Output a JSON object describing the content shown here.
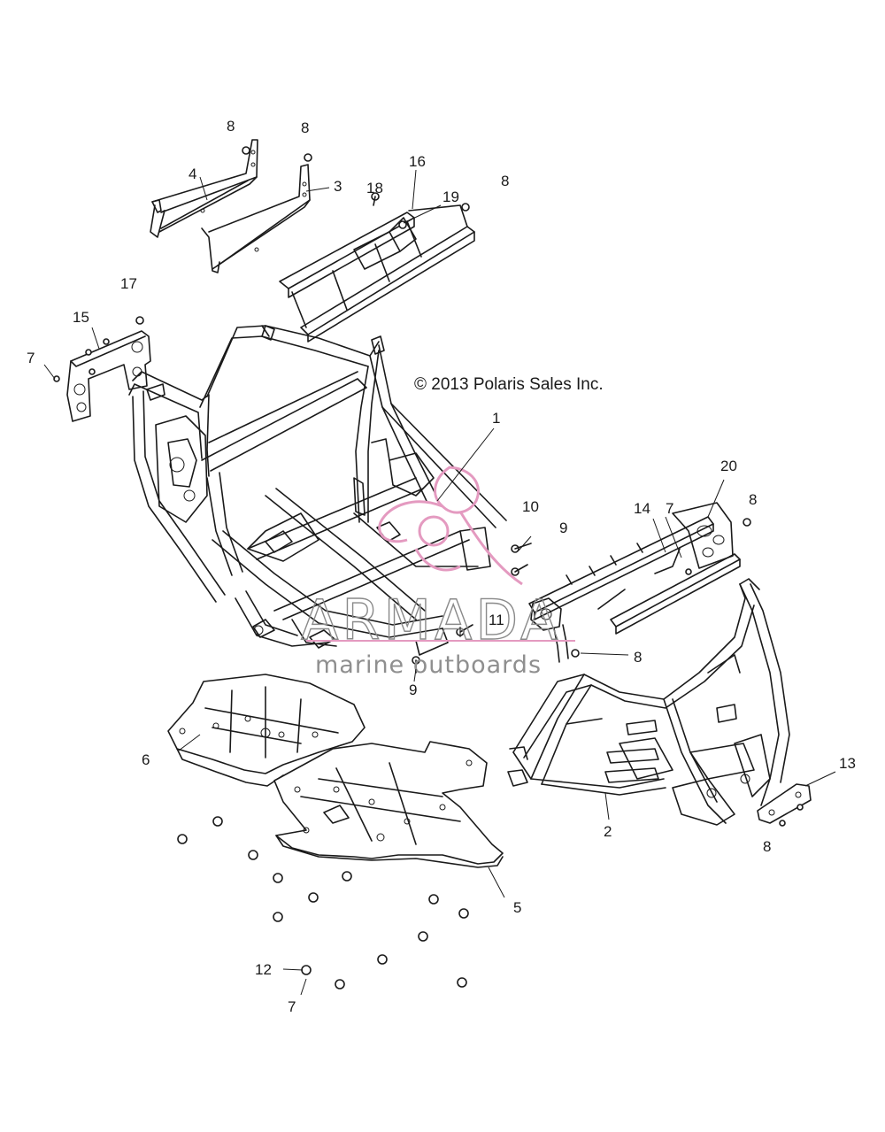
{
  "copyright": "© 2013 Polaris Sales Inc.",
  "watermark": {
    "name": "ARMADA",
    "tagline": "marine outboards",
    "accent_color": "#e49ac0",
    "text_color": "#8a8a8a"
  },
  "callouts": [
    {
      "id": "c1",
      "text": "1"
    },
    {
      "id": "c2",
      "text": "2"
    },
    {
      "id": "c3",
      "text": "3"
    },
    {
      "id": "c4",
      "text": "4"
    },
    {
      "id": "c5",
      "text": "5"
    },
    {
      "id": "c6",
      "text": "6"
    },
    {
      "id": "c7a",
      "text": "7"
    },
    {
      "id": "c7b",
      "text": "7"
    },
    {
      "id": "c7c",
      "text": "7"
    },
    {
      "id": "c8a",
      "text": "8"
    },
    {
      "id": "c8b",
      "text": "8"
    },
    {
      "id": "c8c",
      "text": "8"
    },
    {
      "id": "c8d",
      "text": "8"
    },
    {
      "id": "c8e",
      "text": "8"
    },
    {
      "id": "c8f",
      "text": "8"
    },
    {
      "id": "c9a",
      "text": "9"
    },
    {
      "id": "c9b",
      "text": "9"
    },
    {
      "id": "c10",
      "text": "10"
    },
    {
      "id": "c11",
      "text": "11"
    },
    {
      "id": "c12",
      "text": "12"
    },
    {
      "id": "c13",
      "text": "13"
    },
    {
      "id": "c14",
      "text": "14"
    },
    {
      "id": "c15",
      "text": "15"
    },
    {
      "id": "c16",
      "text": "16"
    },
    {
      "id": "c17",
      "text": "17"
    },
    {
      "id": "c18",
      "text": "18"
    },
    {
      "id": "c19",
      "text": "19"
    },
    {
      "id": "c20",
      "text": "20"
    }
  ]
}
